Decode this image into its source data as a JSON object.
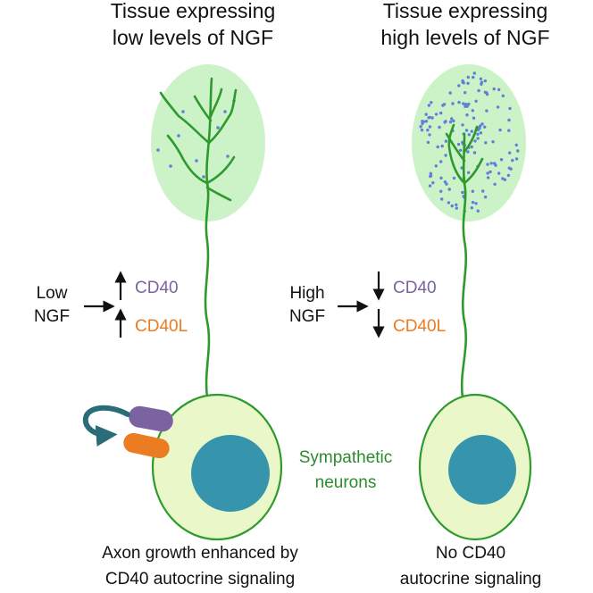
{
  "left_panel": {
    "title_line1": "Tissue expressing",
    "title_line2": "low levels of NGF",
    "ngf_line1": "Low",
    "ngf_line2": "NGF",
    "cd40_label": "CD40",
    "cd40l_label": "CD40L",
    "caption_line1": "Axon growth enhanced by",
    "caption_line2": "CD40 autocrine signaling"
  },
  "right_panel": {
    "title_line1": "Tissue expressing",
    "title_line2": "high levels of NGF",
    "ngf_line1": "High",
    "ngf_line2": "NGF",
    "cd40_label": "CD40",
    "cd40l_label": "CD40L",
    "caption_line1": "No CD40",
    "caption_line2": "autocrine signaling"
  },
  "center_label": {
    "line1": "Sympathetic",
    "line2": "neurons"
  },
  "colors": {
    "tissue_fill": "#ccf2c8",
    "cell_fill": "#eaf8c9",
    "nucleus_fill": "#3794ad",
    "axon": "#2e9a2e",
    "ngf_dots": "#5f7fd8",
    "cd40": "#7b62a0",
    "cd40l": "#ec7c22",
    "autocrine_arrow": "#2a6d78",
    "label_green": "#2e8a2e",
    "text": "#111111"
  }
}
